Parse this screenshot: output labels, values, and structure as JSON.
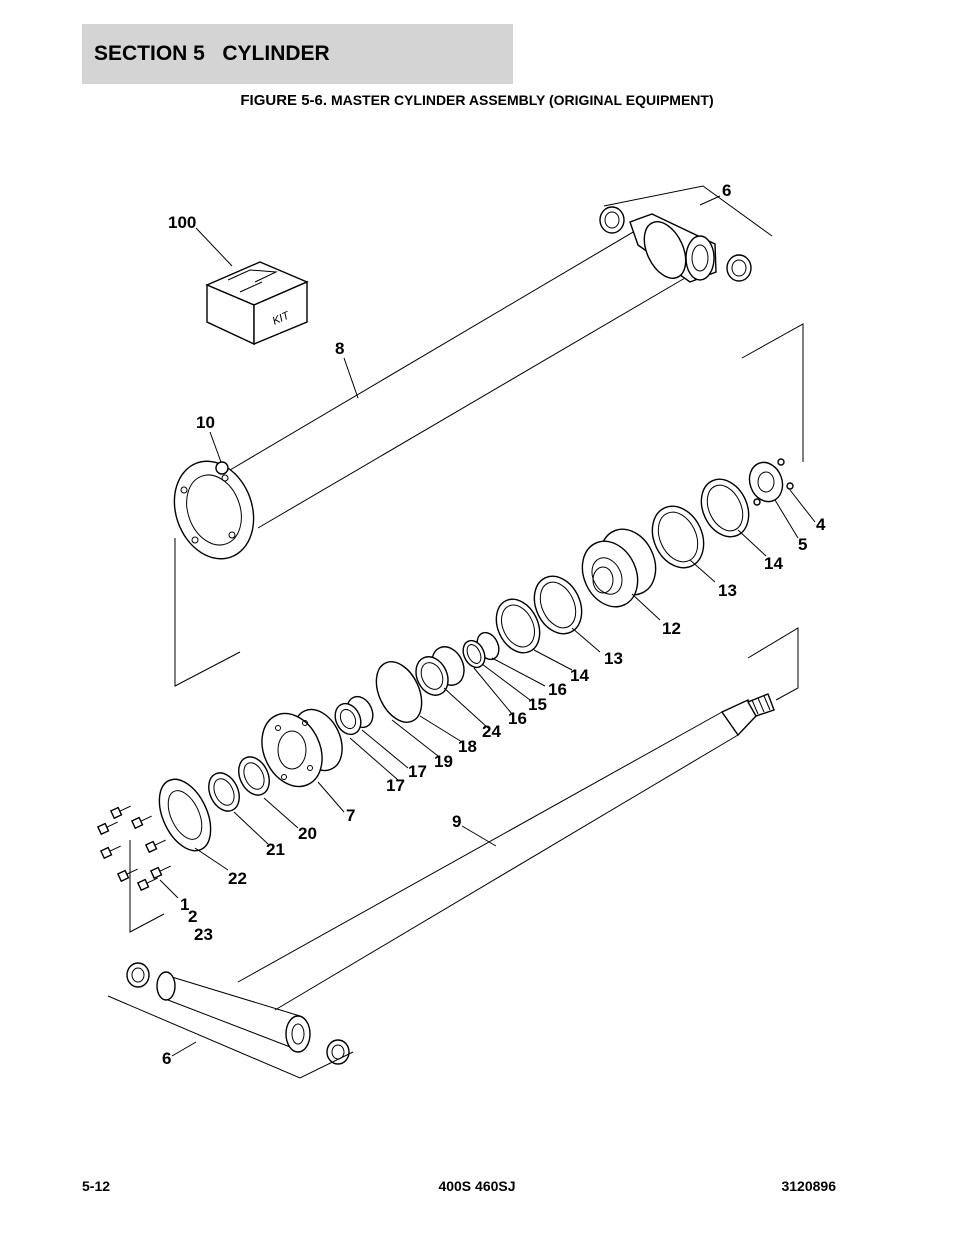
{
  "header": {
    "section": "SECTION 5   CYLINDER"
  },
  "figure": {
    "number": "FIGURE 5-6.",
    "title": "MASTER CYLINDER ASSEMBLY (ORIGINAL EQUIPMENT)"
  },
  "kit_label": "KIT",
  "callouts": {
    "c100": "100",
    "c6_top": "6",
    "c8": "8",
    "c10": "10",
    "c4": "4",
    "c5": "5",
    "c14a": "14",
    "c13a": "13",
    "c12": "12",
    "c13b": "13",
    "c14b": "14",
    "c16a": "16",
    "c15": "15",
    "c16b": "16",
    "c24": "24",
    "c18": "18",
    "c19": "19",
    "c17a": "17",
    "c17b": "17",
    "c7": "7",
    "c20": "20",
    "c21": "21",
    "c22": "22",
    "c9": "9",
    "c1": "1",
    "c2": "2",
    "c23": "23",
    "c6_bottom": "6"
  },
  "footer": {
    "page": "5-12",
    "model": "400S 460SJ",
    "doc_number": "3120896"
  }
}
